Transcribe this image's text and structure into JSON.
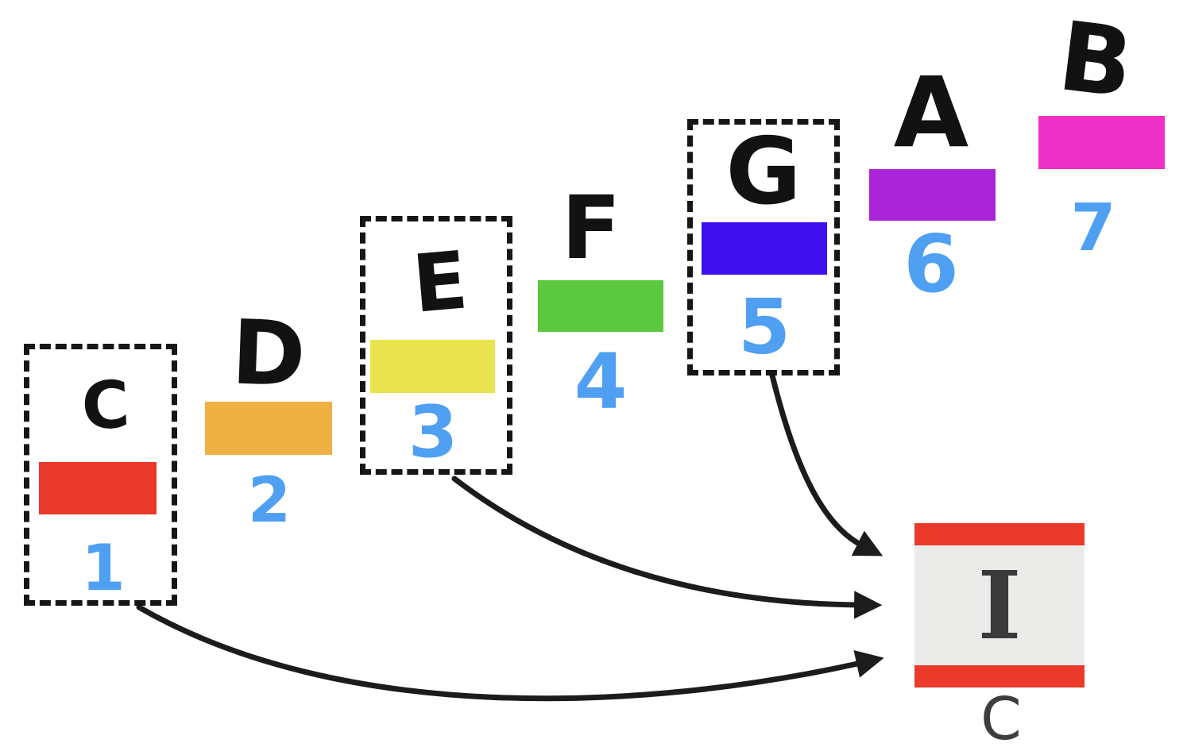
{
  "palette": {
    "degree_text": "#4F9FF3",
    "letter_text": "#121212",
    "arrow": "#1c1c1c",
    "dashed_box_border": "#161616",
    "chord_body": "#EBEBE9",
    "chord_bar": "#E93A2C",
    "chord_text": "#3A3A3A"
  },
  "scale_items": [
    {
      "note": "C",
      "degree": "1",
      "color": "#E93A2C",
      "boxed": true
    },
    {
      "note": "D",
      "degree": "2",
      "color": "#EFB144",
      "boxed": false
    },
    {
      "note": "E",
      "degree": "3",
      "color": "#E9E34F",
      "boxed": true
    },
    {
      "note": "F",
      "degree": "4",
      "color": "#5BC83F",
      "boxed": false
    },
    {
      "note": "G",
      "degree": "5",
      "color": "#3E10EE",
      "boxed": true
    },
    {
      "note": "A",
      "degree": "6",
      "color": "#A924D8",
      "boxed": false
    },
    {
      "note": "B",
      "degree": "7",
      "color": "#ED30C8",
      "boxed": false
    }
  ],
  "chord_box": {
    "numeral": "I",
    "label": "C"
  }
}
